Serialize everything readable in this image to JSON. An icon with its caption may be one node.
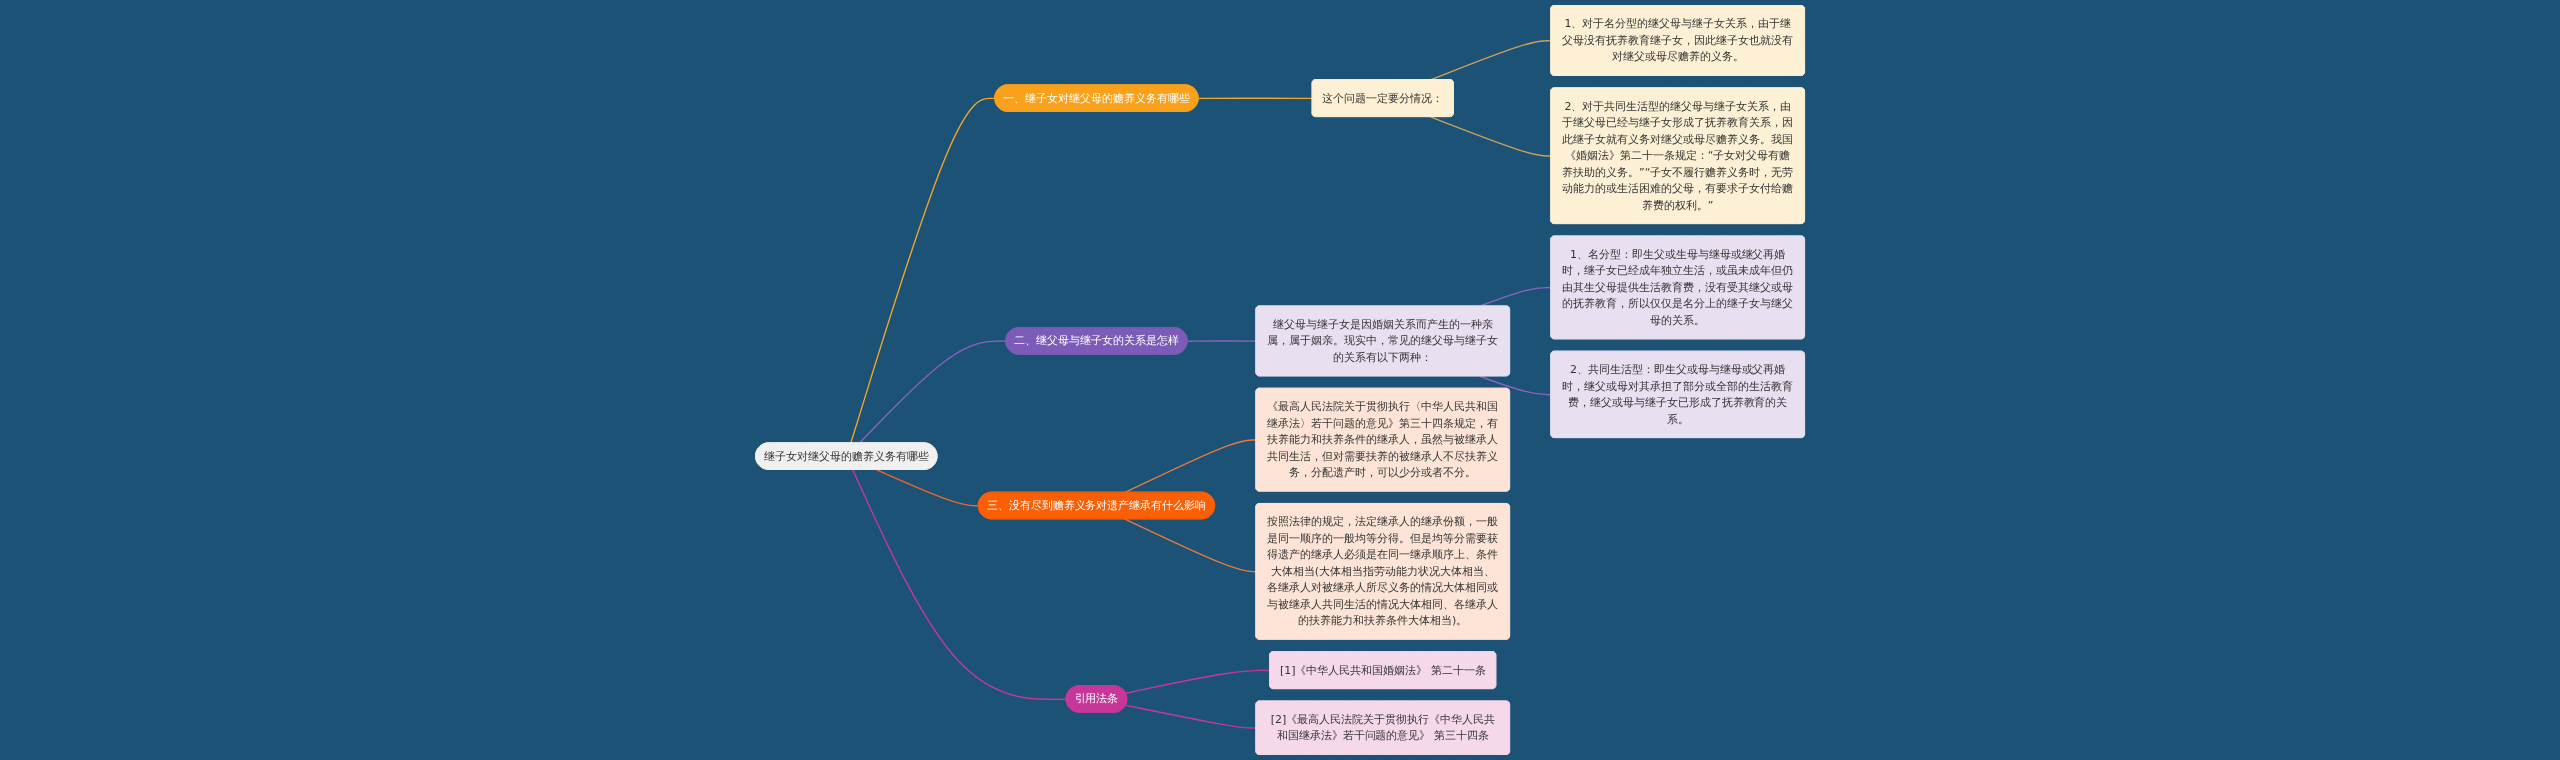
{
  "diagram": {
    "nodes": [
      {
        "text": [
          "继子女对继父母的赡养义务有哪些"
        ]
      },
      {
        "text": [
          "一、继子女对继父母的赡养义务有哪些"
        ]
      },
      {
        "text": [
          "这个问题一定要分情况："
        ]
      },
      {
        "text": [
          "1、对于名分型的继父母与继子女关系，由于继父母没有抚养教育继子女，因此继子女也就没有对继父或母尽赡养的义务。"
        ]
      },
      {
        "text": [
          "2、对于共同生活型的继父母与继子女关系，由于继父母已经与继子女形成了抚养教育关系，因此继子女就有义务对继父或母尽赡养义务。我国《婚姻法》第二十一条规定：“子女对父母有赡养扶助的义务。”“子女不履行赡养义务时，无劳动能力的或生活困难的父母，有要求子女付给赡养费的权利。”"
        ]
      },
      {
        "text": [
          "二、继父母与继子女的关系是怎样"
        ]
      },
      {
        "text": [
          "继父母与继子女是因婚姻关系而产生的一种亲属，属于姻亲。现实中，常见的继父母与继子女的关系有以下两种："
        ]
      },
      {
        "text": [
          "1、名分型：即生父或生母与继母或继父再婚时，继子女已经成年独立生活，或虽未成年但仍由其生父母提供生活教育费，没有受其继父或母的抚养教育，所以仅仅是名分上的继子女与继父母的关系。"
        ]
      },
      {
        "text": [
          "2、共同生活型：即生父或母与继母或父再婚时，继父或母对其承担了部分或全部的生活教育费，继父或母与继子女已形成了抚养教育的关系。"
        ]
      },
      {
        "text": [
          "三、没有尽到赡养义务对遗产继承有什么影响"
        ]
      },
      {
        "text": [
          "《最高人民法院关于贯彻执行〈中华人民共和国继承法〉若干问题的意见》第三十四条规定，有扶养能力和扶养条件的继承人，虽然与被继承人共同生活，但对需要扶养的被继承人不尽扶养义务，分配遗产时，可以少分或者不分。"
        ]
      },
      {
        "text": [
          "按照法律的规定，法定继承人的继承份额，一般是同一顺序的一般均等分得。但是均等分需要获得遗产的继承人必须是在同一继承顺序上、条件大体相当(大体相当指劳动能力状况大体相当、各继承人对被继承人所尽义务的情况大体相同或与被继承人共同生活的情况大体相同、各继承人的扶养能力和扶养条件大体相当)。"
        ]
      },
      {
        "text": [
          "引用法条"
        ]
      },
      {
        "text": [
          "[1]《中华人民共和国婚姻法》 第二十一条"
        ]
      },
      {
        "text": [
          "[2]《最高人民法院关于贯彻执行《中华人民共和国继承法》若干问题的意见》 第三十四条"
        ]
      }
    ],
    "edges": [
      {
        "from": 0,
        "to": 1,
        "arrow": "none",
        "color": "#f5a623"
      },
      {
        "from": 1,
        "to": 2,
        "arrow": "none",
        "color": "#f5a623"
      },
      {
        "from": 2,
        "to": 3,
        "arrow": "none",
        "color": "#c9a15a"
      },
      {
        "from": 2,
        "to": 4,
        "arrow": "none",
        "color": "#c9a15a"
      },
      {
        "from": 0,
        "to": 5,
        "arrow": "none",
        "color": "#8e62c0"
      },
      {
        "from": 5,
        "to": 6,
        "arrow": "none",
        "color": "#8e62c0"
      },
      {
        "from": 6,
        "to": 7,
        "arrow": "none",
        "color": "#8e62c0"
      },
      {
        "from": 6,
        "to": 8,
        "arrow": "none",
        "color": "#8e62c0"
      },
      {
        "from": 0,
        "to": 9,
        "arrow": "none",
        "color": "#f0652a"
      },
      {
        "from": 9,
        "to": 10,
        "arrow": "none",
        "color": "#e8793e"
      },
      {
        "from": 9,
        "to": 11,
        "arrow": "none",
        "color": "#e8793e"
      },
      {
        "from": 0,
        "to": 12,
        "arrow": "none",
        "color": "#c7379a"
      },
      {
        "from": 12,
        "to": 13,
        "arrow": "none",
        "color": "#c7379a"
      },
      {
        "from": 12,
        "to": 14,
        "arrow": "none",
        "color": "#c7379a"
      }
    ]
  }
}
